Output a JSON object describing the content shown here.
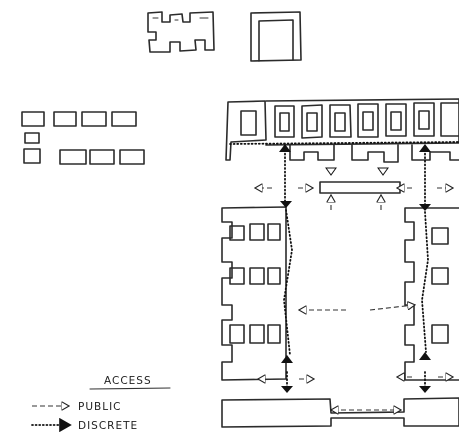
{
  "legend": {
    "title": "ACCESS",
    "items": [
      {
        "label": "PUBLIC",
        "style": "dashed-open-arrow"
      },
      {
        "label": "DISCRETE",
        "style": "dotted-filled-arrow"
      }
    ]
  },
  "colors": {
    "ink": "#2b2b2b",
    "paper": "#ffffff"
  }
}
